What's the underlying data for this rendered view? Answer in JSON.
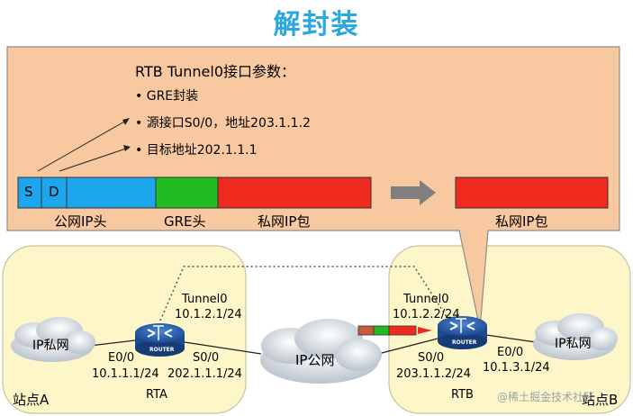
{
  "title": "解封装",
  "panel": {
    "heading": "RTB Tunnel0接口参数：",
    "bullets": [
      "GRE封装",
      "源接口S0/0，地址203.1.1.2",
      "目标地址202.1.1.1"
    ]
  },
  "packet_fields": {
    "s": "S",
    "d": "D",
    "public_label": "公网IP头",
    "gre_label": "GRE头",
    "private_label": "私网IP包",
    "result_label": "私网IP包"
  },
  "colors": {
    "panel_fill": "#f8c9a0",
    "site_fill": "#fdf6c8",
    "public_ip": "#1ea6ec",
    "gre": "#22bb22",
    "private_ip": "#ee2b1e",
    "arrow": "#7f7f7f",
    "title": "#2aa7df",
    "router": "#2c5aa0"
  },
  "site_a": {
    "label": "站点A",
    "cloud_label": "IP私网",
    "router_name": "RTA",
    "router_badge": "ROUTER",
    "tunnel_label": "Tunnel0",
    "tunnel_ip": "10.1.2.1/24",
    "e0_label": "E0/0",
    "e0_ip": "10.1.1.1/24",
    "s0_label": "S0/0",
    "s0_ip": "202.1.1.1/24"
  },
  "public_cloud": {
    "label": "IP公网"
  },
  "site_b": {
    "label": "站点B",
    "cloud_label": "IP私网",
    "router_name": "RTB",
    "router_badge": "ROUTER",
    "tunnel_label": "Tunnel0",
    "tunnel_ip": "10.1.2.2/24",
    "e0_label": "E0/0",
    "e0_ip": "10.1.3.1/24",
    "s0_label": "S0/0",
    "s0_ip": "203.1.1.2/24"
  },
  "watermark": "@稀土掘金技术社区"
}
